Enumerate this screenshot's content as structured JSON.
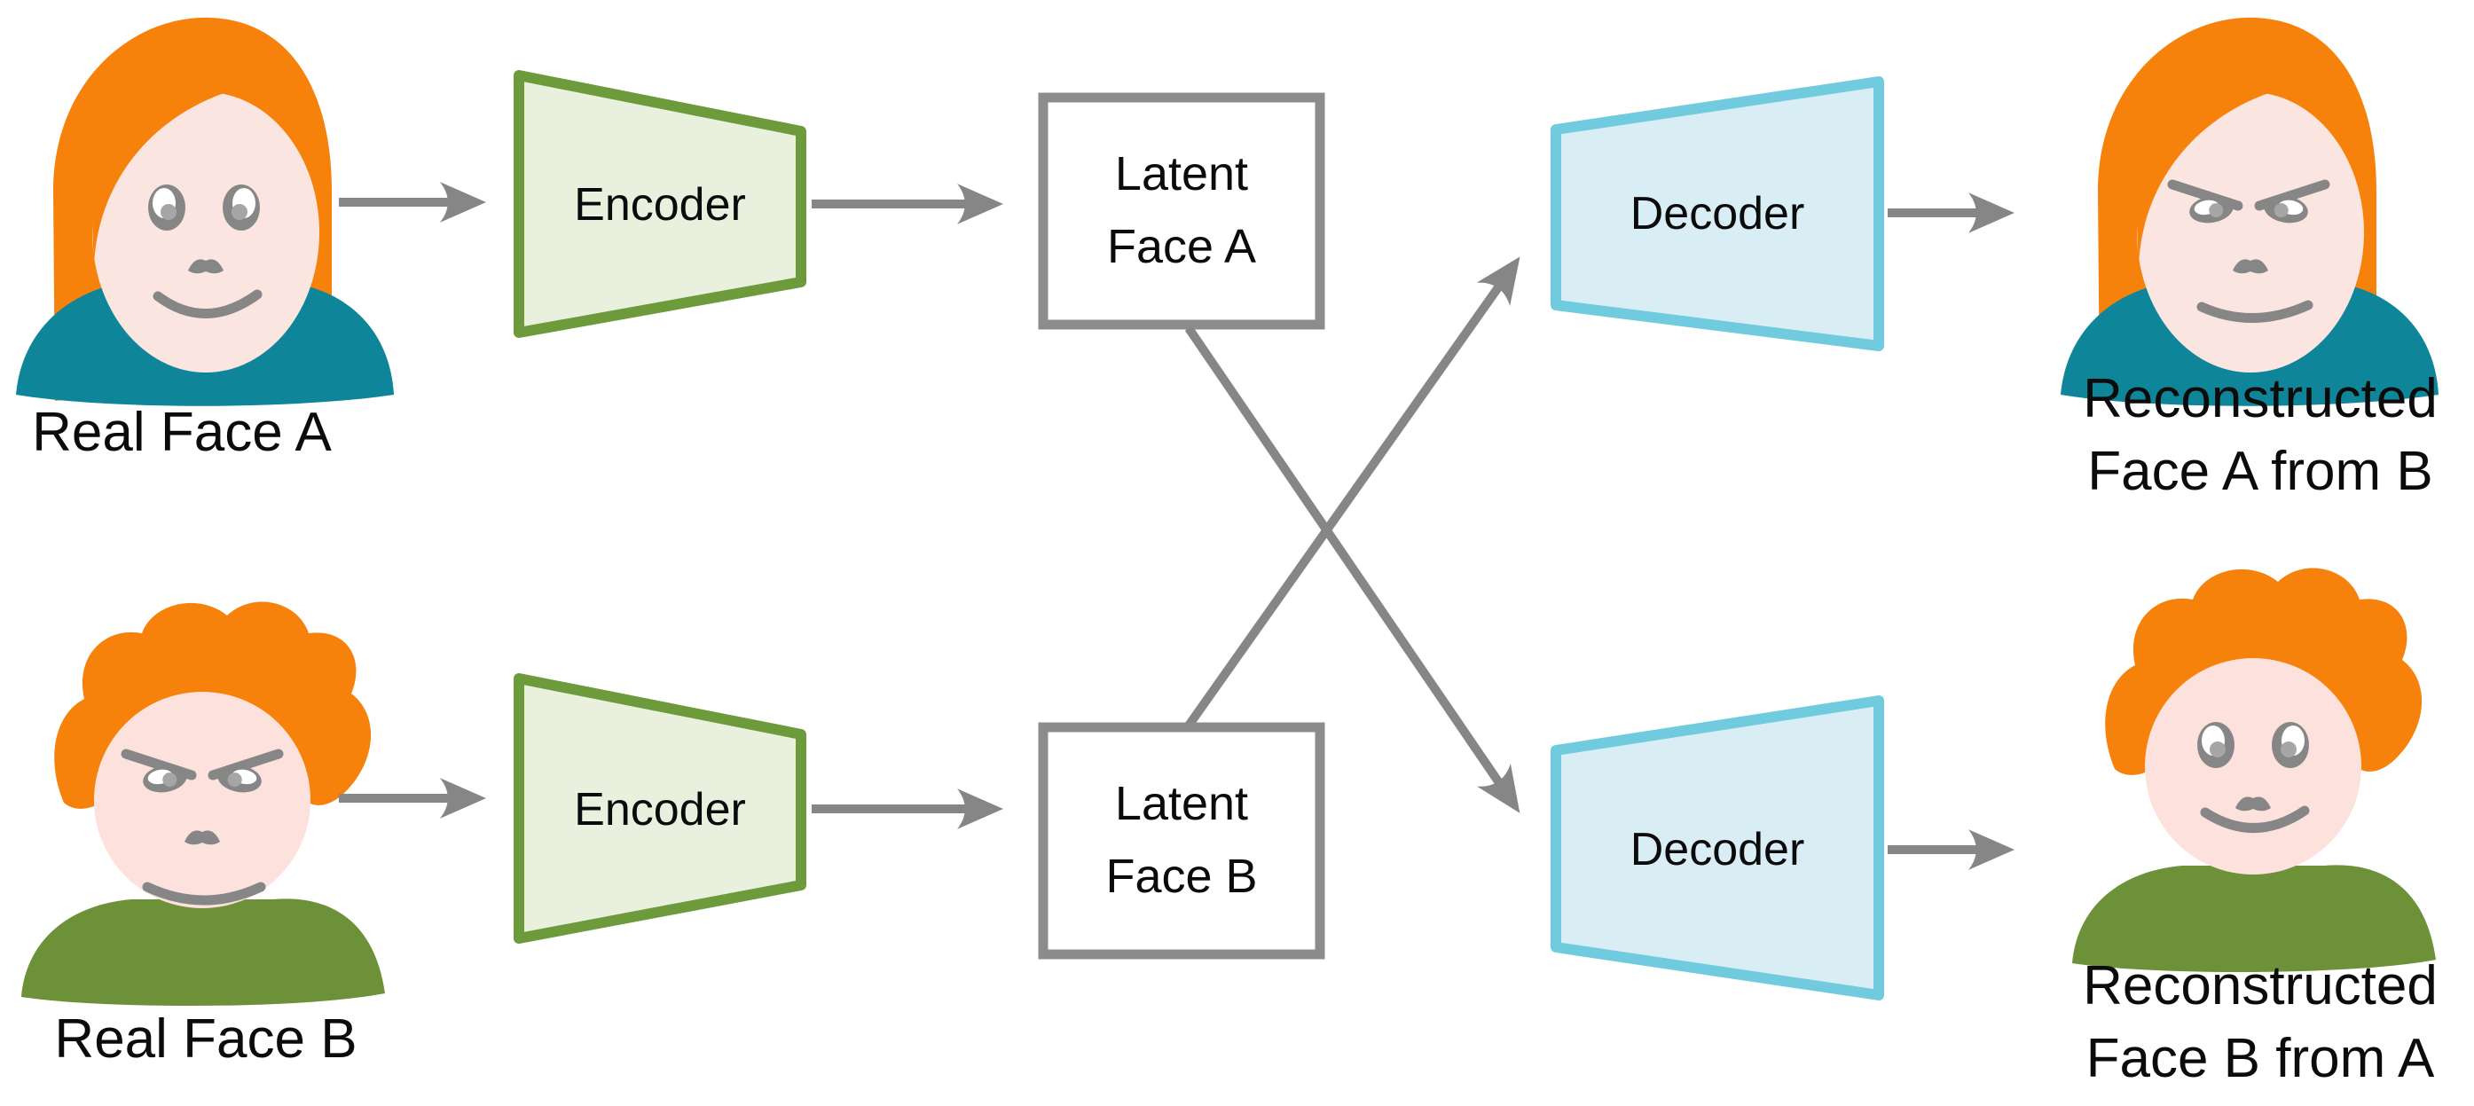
{
  "diagram": {
    "title": "",
    "nodes": {
      "encoder_top": {
        "label": "Encoder"
      },
      "encoder_bottom": {
        "label": "Encoder"
      },
      "decoder_top": {
        "label": "Decoder"
      },
      "decoder_bottom": {
        "label": "Decoder"
      },
      "latent_a": {
        "line1": "Latent",
        "line2": "Face A"
      },
      "latent_b": {
        "line1": "Latent",
        "line2": "Face B"
      }
    },
    "captions": {
      "real_face_a": "Real Face A",
      "real_face_b": "Real Face B",
      "recon_a": {
        "line1": "Reconstructed",
        "line2": "Face A from B"
      },
      "recon_b": {
        "line1": "Reconstructed",
        "line2": "Face B from A"
      }
    },
    "figures": {
      "real_face_a": "woman-orange-hair-smiling-teal-shirt",
      "real_face_b": "boy-orange-curly-hair-angry-green-shirt",
      "recon_face_a": "woman-orange-hair-angry-teal-shirt",
      "recon_face_b": "boy-orange-curly-hair-smiling-green-shirt"
    },
    "colors": {
      "hair_orange": "#F6820C",
      "skin_light_pink": "#FBE5E1",
      "shirt_teal": "#0E8598",
      "shirt_green": "#6D9138",
      "feature_gray": "#868686",
      "pupil_gray": "#A6A6A6",
      "encoder_fill": "#E9F1DE",
      "encoder_stroke": "#6D9B3C",
      "decoder_fill": "#D8EEF4",
      "decoder_stroke": "#70CBDF",
      "latent_box_stroke": "#8C8C8C",
      "arrow_gray": "#868686",
      "text_black": "#0B0B0B",
      "background": "#FFFFFF"
    }
  }
}
